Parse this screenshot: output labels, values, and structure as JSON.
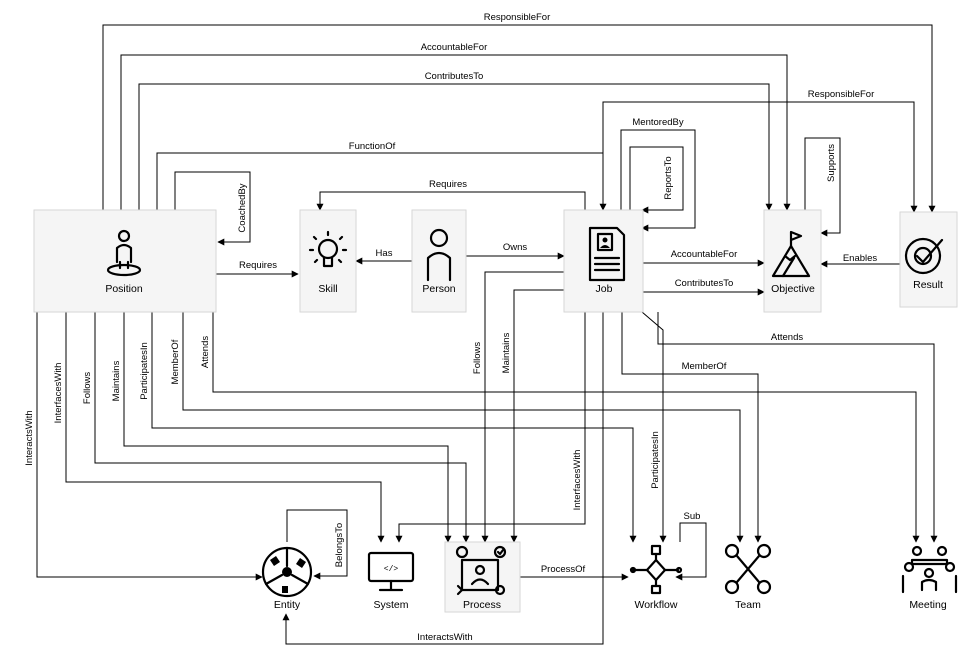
{
  "nodes": {
    "position": "Position",
    "skill": "Skill",
    "person": "Person",
    "job": "Job",
    "objective": "Objective",
    "result": "Result",
    "entity": "Entity",
    "system": "System",
    "process": "Process",
    "workflow": "Workflow",
    "team": "Team",
    "meeting": "Meeting"
  },
  "edges": {
    "position_result": "ResponsibleFor",
    "position_objective_accountable": "AccountableFor",
    "position_objective_contributes": "ContributesTo",
    "job_result": "ResponsibleFor",
    "job_job_mentored": "MentoredBy",
    "job_job_reports": "ReportsTo",
    "objective_supports": "Supports",
    "position_job": "FunctionOf",
    "position_coachedby": "CoachedBy",
    "job_skill": "Requires",
    "position_skill": "Requires",
    "person_skill": "Has",
    "person_job": "Owns",
    "job_objective_accountable": "AccountableFor",
    "job_objective_contributes": "ContributesTo",
    "result_objective": "Enables",
    "job_meeting": "Attends",
    "job_team": "MemberOf",
    "position_entity": "InteractsWith",
    "position_system": "InterfacesWith",
    "position_process_follows": "Follows",
    "position_process_maintains": "Maintains",
    "position_workflow": "ParticipatesIn",
    "position_team": "MemberOf",
    "position_meeting": "Attends",
    "job_process_follows": "Follows",
    "job_process_maintains": "Maintains",
    "job_system": "InterfacesWith",
    "job_workflow": "ParticipatesIn",
    "workflow_sub": "Sub",
    "process_workflow": "ProcessOf",
    "entity_belongs": "BelongsTo",
    "job_entity": "InteractsWith"
  }
}
